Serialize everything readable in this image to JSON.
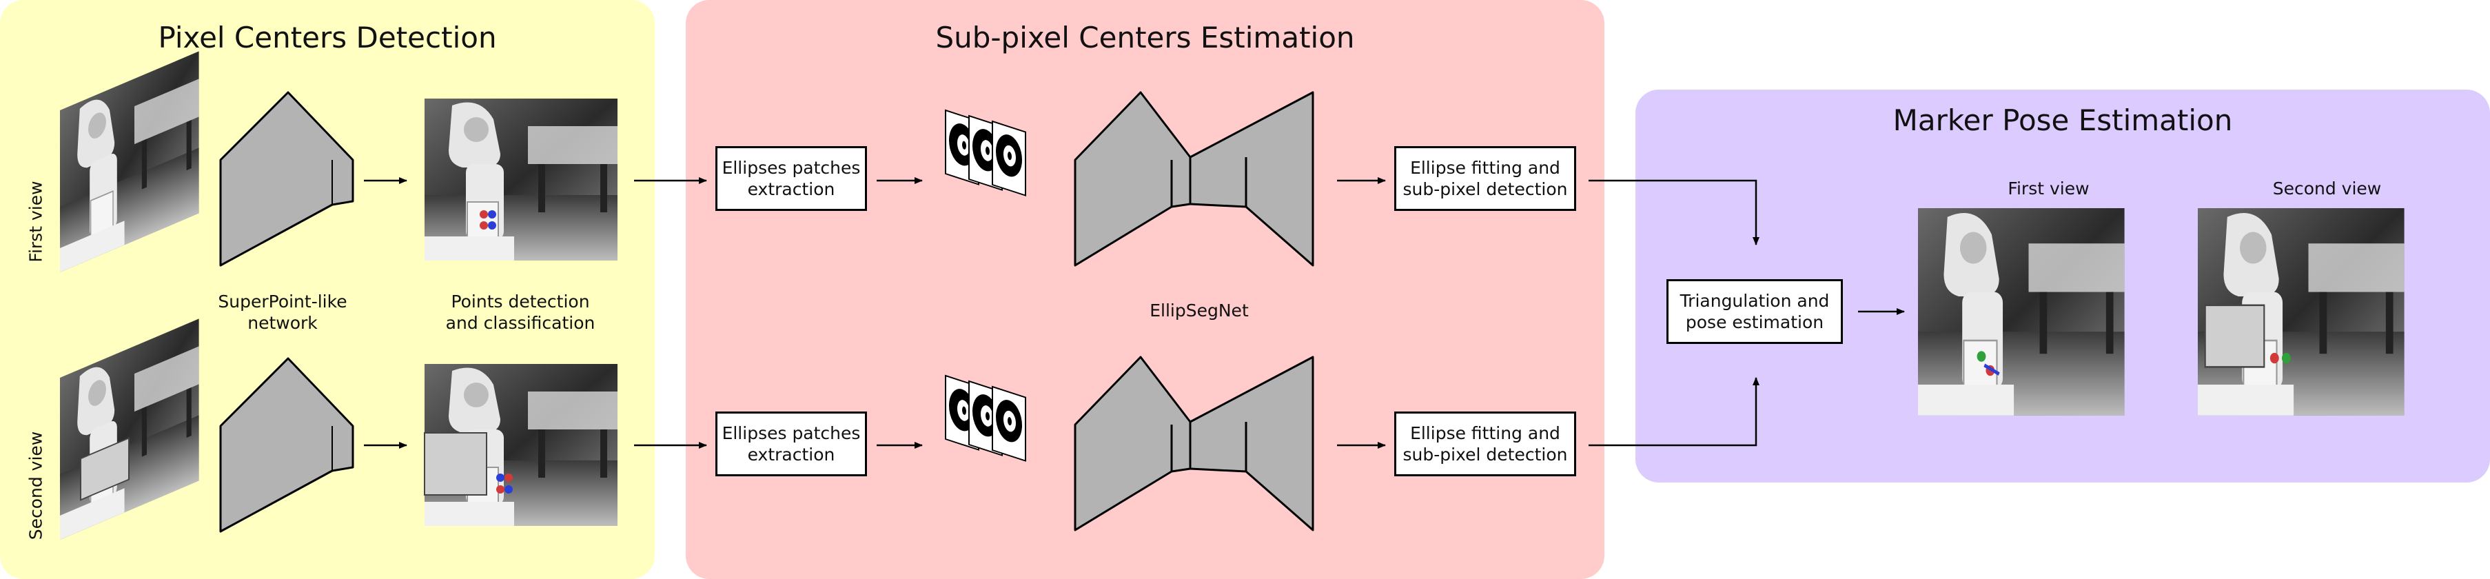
{
  "panels": {
    "pixel_detection": {
      "title": "Pixel Centers Detection",
      "first_view_label": "First view",
      "second_view_label": "Second view",
      "network_label": "SuperPoint-like\nnetwork",
      "points_label": "Points detection\nand classification"
    },
    "subpixel_estimation": {
      "title": "Sub-pixel Centers Estimation",
      "patches_label": "Ellipses patches\nextraction",
      "network_label": "EllipSegNet",
      "fitting_label": "Ellipse fitting and\nsub-pixel detection"
    },
    "pose_estimation": {
      "title": "Marker Pose Estimation",
      "triangulation_label": "Triangulation and\npose estimation",
      "first_view_label": "First view",
      "second_view_label": "Second view"
    }
  },
  "colors": {
    "pixel_panel": "#feffc0",
    "subpixel_panel": "#ffcbcb",
    "pose_panel": "#dccbff",
    "network_fill": "#b3b3b3",
    "marker_red": "#d23a3a",
    "marker_blue": "#2a3fd6",
    "marker_green": "#2fa03a"
  },
  "icons": {
    "camera_images": "robot-arm-photo",
    "network": "encoder-trapezoid-icon",
    "segnet": "encoder-decoder-icon",
    "patches": "ellipse-patch-icon"
  }
}
